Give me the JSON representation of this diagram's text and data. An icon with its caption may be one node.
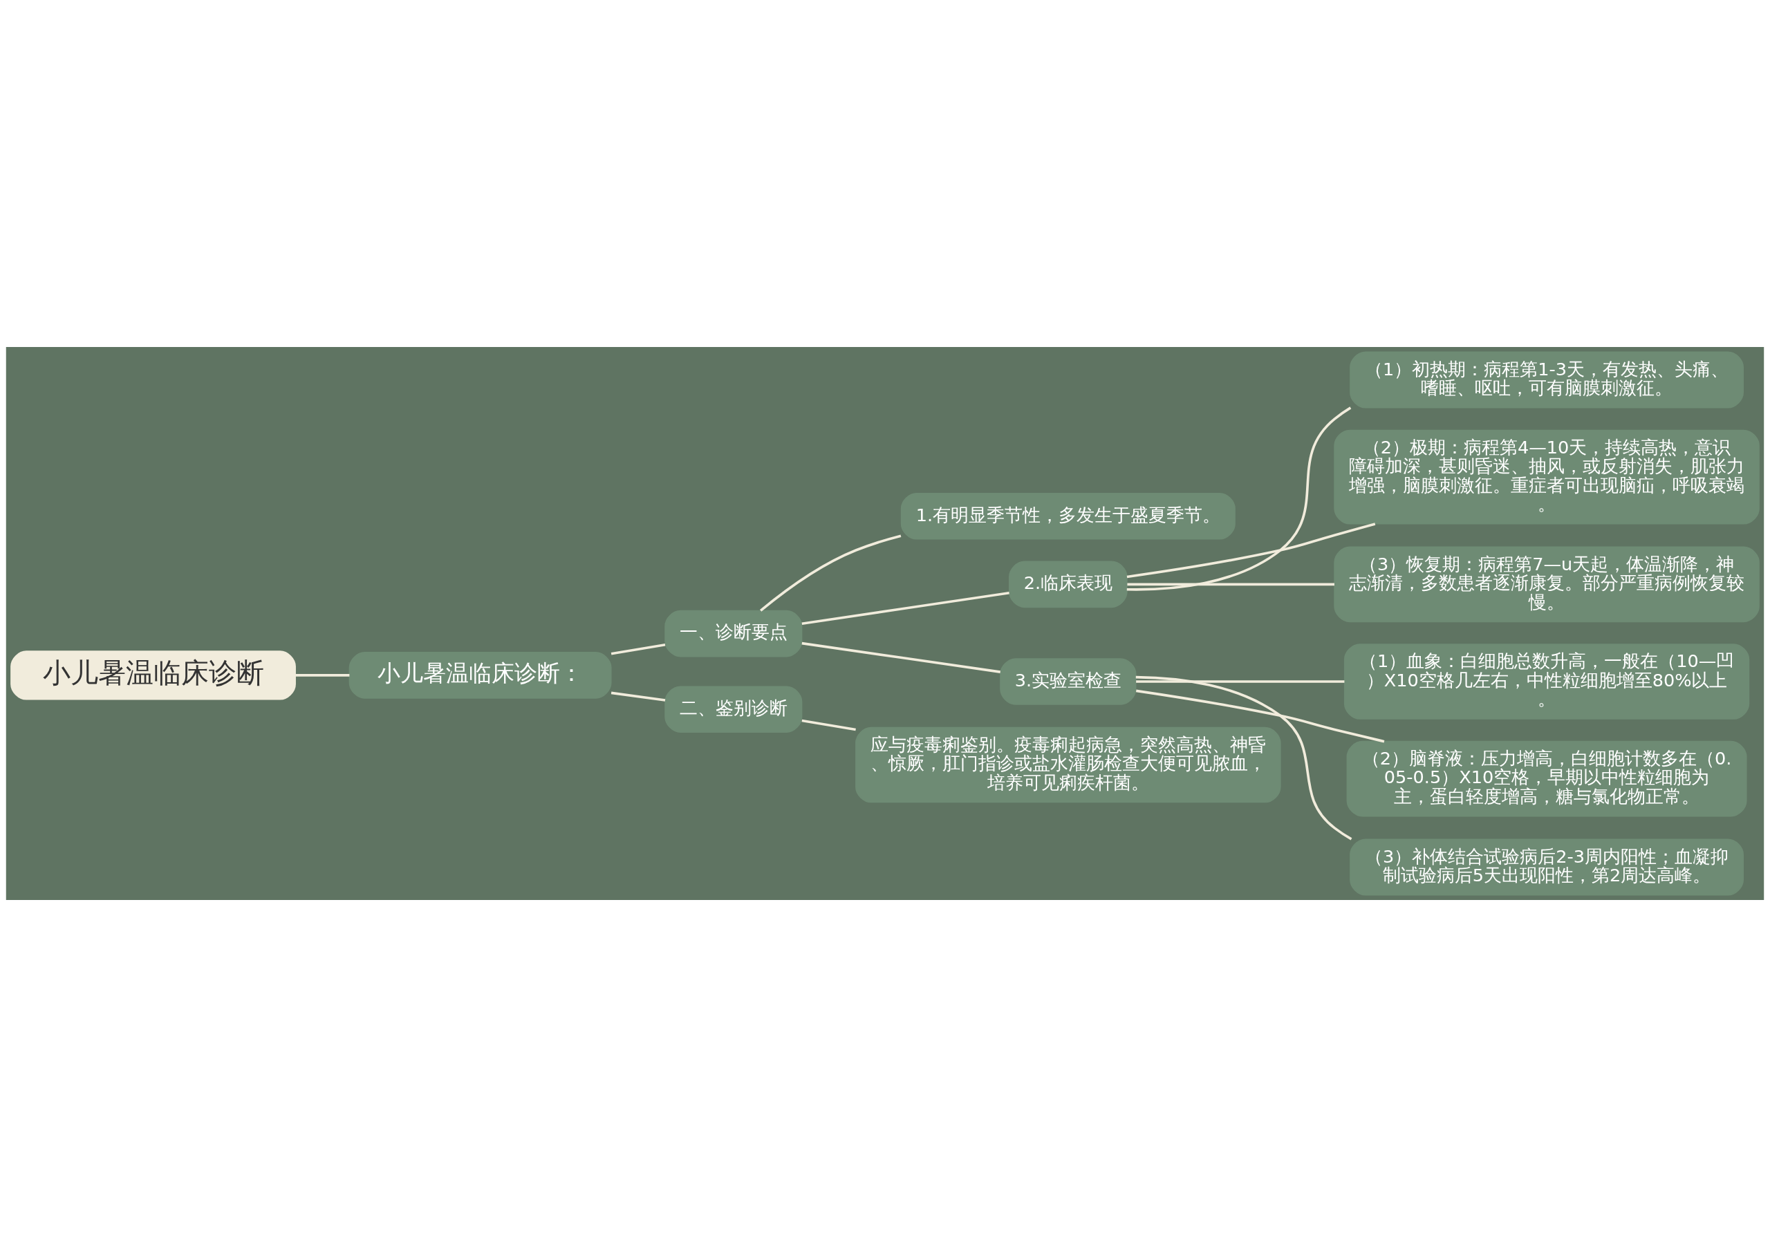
{
  "diagram": {
    "nodes": [
      {
        "text": [
          "小儿暑温临床诊断"
        ]
      },
      {
        "text": [
          "小儿暑温临床诊断："
        ]
      },
      {
        "text": [
          "一、诊断要点"
        ]
      },
      {
        "text": [
          "1.有明显季节性，多发生于盛夏季节。"
        ]
      },
      {
        "text": [
          "2.临床表现"
        ]
      },
      {
        "text": [
          "（1）初热期：病程第1-3天，有发热、头痛、嗜睡、呕吐，可有脑膜刺激征。"
        ]
      },
      {
        "text": [
          "（2）极期：病程第4—10天，持续高热，意识障碍加深，甚则昏迷、抽风，或反射消失，肌张力增强，脑膜刺激征。重症者可出现脑疝，呼吸衰竭。"
        ]
      },
      {
        "text": [
          "（3）恢复期：病程第7—u天起，体温渐降，神志渐清，多数患者逐渐康复。部分严重病例恢复较慢。"
        ]
      },
      {
        "text": [
          "3.实验室检查"
        ]
      },
      {
        "text": [
          "（1）血象：白细胞总数升高，一般在（10—凹）X10空格几左右，中性粒细胞增至80%以上。"
        ]
      },
      {
        "text": [
          "（2）脑脊液：压力增高，白细胞计数多在（0.05-0.5）X10空格，早期以中性粒细胞为主，蛋白轻度增高，糖与氯化物正常。"
        ]
      },
      {
        "text": [
          "（3）补体结合试验病后2-3周内阳性；血凝抑制试验病后5天出现阳性，第2周达高峰。"
        ]
      },
      {
        "text": [
          "二、鉴别诊断"
        ]
      },
      {
        "text": [
          "应与疫毒痢鉴别。疫毒痢起病急，突然高热、神昏、惊厥，肛门指诊或盐水灌肠检查大便可见脓血，培养可见痢疾杆菌。"
        ]
      }
    ],
    "edges": [
      {
        "from": 0,
        "to": 1,
        "arrow": "none"
      },
      {
        "from": 1,
        "to": 2,
        "arrow": "none"
      },
      {
        "from": 1,
        "to": 12,
        "arrow": "none"
      },
      {
        "from": 2,
        "to": 3,
        "arrow": "none"
      },
      {
        "from": 2,
        "to": 4,
        "arrow": "none"
      },
      {
        "from": 2,
        "to": 8,
        "arrow": "none"
      },
      {
        "from": 4,
        "to": 5,
        "arrow": "none"
      },
      {
        "from": 4,
        "to": 6,
        "arrow": "none"
      },
      {
        "from": 4,
        "to": 7,
        "arrow": "none"
      },
      {
        "from": 8,
        "to": 9,
        "arrow": "none"
      },
      {
        "from": 8,
        "to": 10,
        "arrow": "none"
      },
      {
        "from": 8,
        "to": 11,
        "arrow": "none"
      },
      {
        "from": 12,
        "to": 13,
        "arrow": "none"
      }
    ]
  }
}
